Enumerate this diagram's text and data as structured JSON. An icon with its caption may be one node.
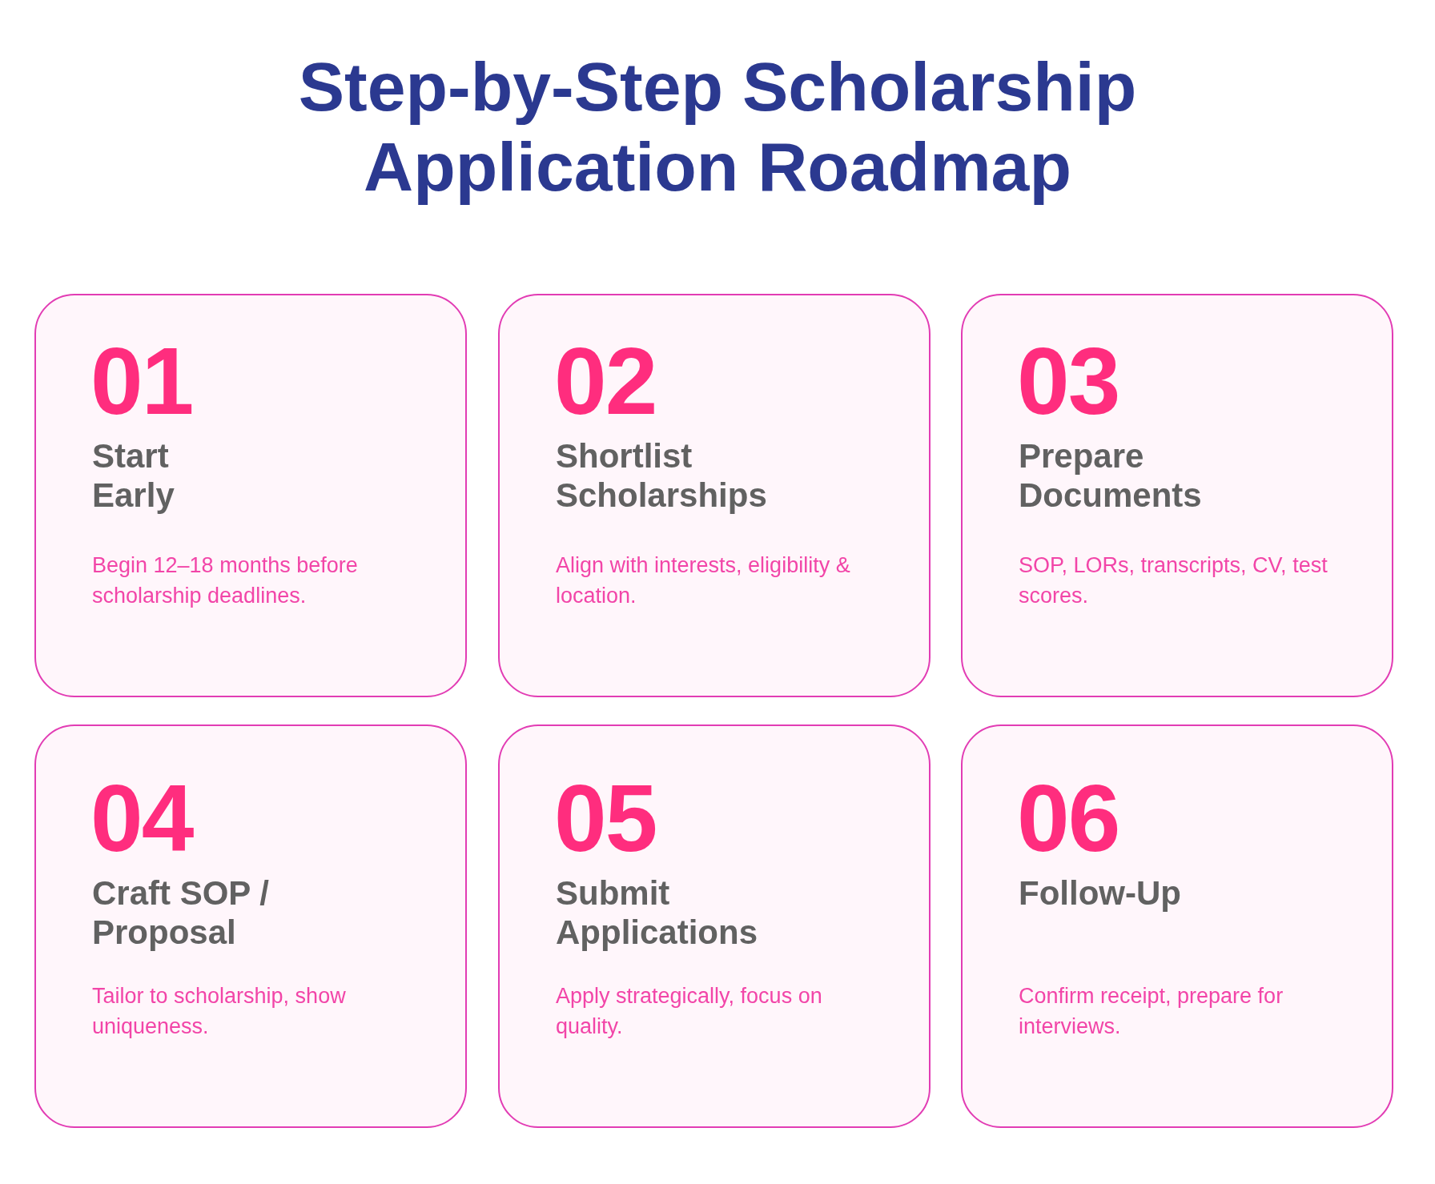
{
  "diagram": {
    "title": "Step-by-Step Scholarship Application Roadmap",
    "nodes": [
      {
        "text": [
          "01",
          "Start Early",
          "Begin 12–18 months before scholarship deadlines."
        ]
      },
      {
        "text": [
          "02",
          "Shortlist Scholarships",
          "Align with interests, eligibility & location."
        ]
      },
      {
        "text": [
          "03",
          "Prepare Documents",
          "SOP, LORs, transcripts, CV, test scores."
        ]
      },
      {
        "text": [
          "04",
          "Craft SOP / Proposal",
          "Tailor to scholarship, show uniqueness."
        ]
      },
      {
        "text": [
          "05",
          "Submit Applications",
          "Apply strategically, focus on quality."
        ]
      },
      {
        "text": [
          "06",
          "Follow-Up",
          "Confirm receipt, prepare for interviews."
        ]
      }
    ]
  }
}
